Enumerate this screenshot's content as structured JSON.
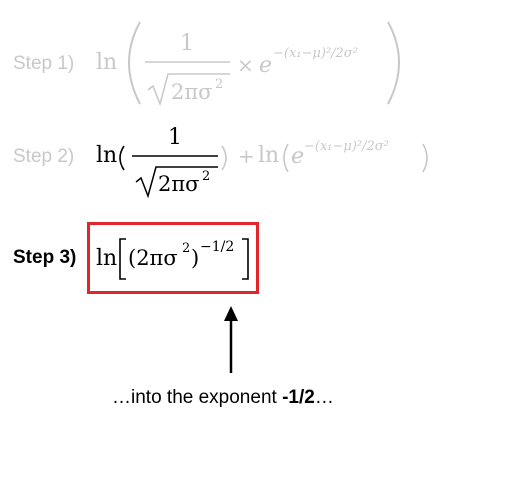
{
  "steps": [
    {
      "label": "Step 1)",
      "fn": "ln",
      "numerator": "1",
      "denominator": "2πσ",
      "denominator_power": "2",
      "times": "×",
      "e": "e",
      "exponent": "−(x₁−μ)²/2σ²"
    },
    {
      "label": "Step 2)",
      "fn": "ln",
      "numerator": "1",
      "denominator": "2πσ",
      "denominator_power": "2",
      "plus": "+",
      "fn2": "ln",
      "e": "e",
      "exponent": "−(x₁−μ)²/2σ²"
    },
    {
      "label": "Step 3)",
      "fn": "ln",
      "base": "(2πσ",
      "base_power": "2",
      "base_close": ")",
      "exponent": "−1/2"
    }
  ],
  "annotation": {
    "text_before": "…into the exponent ",
    "text_bold": "-1/2",
    "text_after": "…"
  },
  "colors": {
    "faded": "#c4c4c4",
    "active": "#000000",
    "highlight_box": "#e0262b"
  }
}
